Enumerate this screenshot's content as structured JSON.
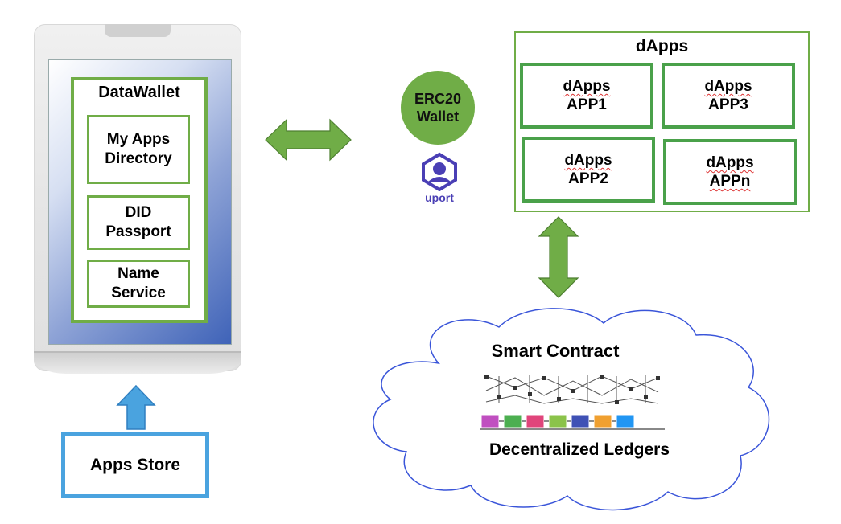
{
  "phone": {
    "wallet_title": "DataWallet",
    "modules": [
      {
        "line1": "My Apps",
        "line2": "Directory"
      },
      {
        "line1": "DID",
        "line2": "Passport"
      },
      {
        "line1": "Name",
        "line2": "Service"
      }
    ]
  },
  "apps_store": {
    "label": "Apps Store"
  },
  "erc20": {
    "line1": "ERC20",
    "line2": "Wallet"
  },
  "uport": {
    "label": "uport",
    "icon": "uport-logo-icon"
  },
  "dapps": {
    "title": "dApps",
    "apps": [
      {
        "line1": "dApps",
        "line2": "APP1"
      },
      {
        "line1": "dApps",
        "line2": "APP3"
      },
      {
        "line1": "dApps",
        "line2": "APP2"
      },
      {
        "line1": "dApps",
        "line2": "APPn"
      }
    ]
  },
  "cloud": {
    "title": "Smart Contract",
    "subtitle": "Decentralized Ledgers"
  },
  "colors": {
    "green": "#70ad47",
    "blue_border": "#4aa3df",
    "cloud_outline": "#3a55d9",
    "uport_purple": "#4a3fb5"
  }
}
